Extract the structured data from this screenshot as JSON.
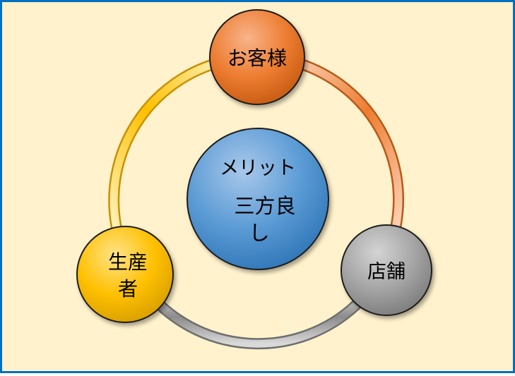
{
  "diagram": {
    "center": {
      "line1": "メリット",
      "line2": "三方良",
      "line3": "し",
      "color": "#5b9bd5"
    },
    "nodes": [
      {
        "id": "customer",
        "label": "お客様",
        "color": "#ed7d31"
      },
      {
        "id": "store",
        "label": "店舗",
        "color": "#a5a5a5"
      },
      {
        "id": "producer",
        "label_line1": "生産",
        "label_line2": "者",
        "color": "#ffc000"
      }
    ],
    "background_color": "#fff2cc",
    "border_color": "#0070c0"
  }
}
